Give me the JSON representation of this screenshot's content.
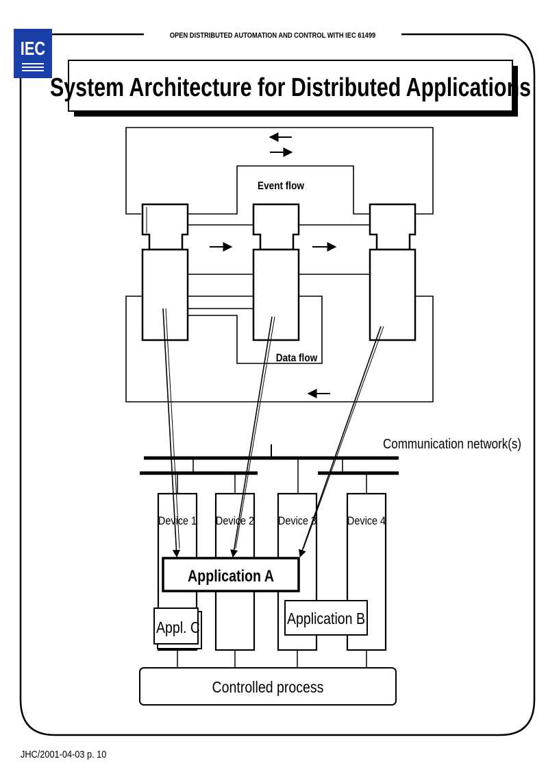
{
  "header": {
    "logo_text": "IEC",
    "running_title": "OPEN DISTRIBUTED AUTOMATION AND CONTROL WITH IEC 61499"
  },
  "title": "System Architecture for Distributed Applications",
  "diagram": {
    "event_flow_label": "Event flow",
    "data_flow_label": "Data flow",
    "network_label": "Communication network(s)",
    "devices": [
      "Device 1",
      "Device 2",
      "Device 3",
      "Device 4"
    ],
    "application_a": "Application A",
    "application_b": "Application B",
    "application_c": "Appl. C",
    "controlled_process": "Controlled process"
  },
  "footer": {
    "reference": "JHC/2001-04-03 p. 10"
  }
}
